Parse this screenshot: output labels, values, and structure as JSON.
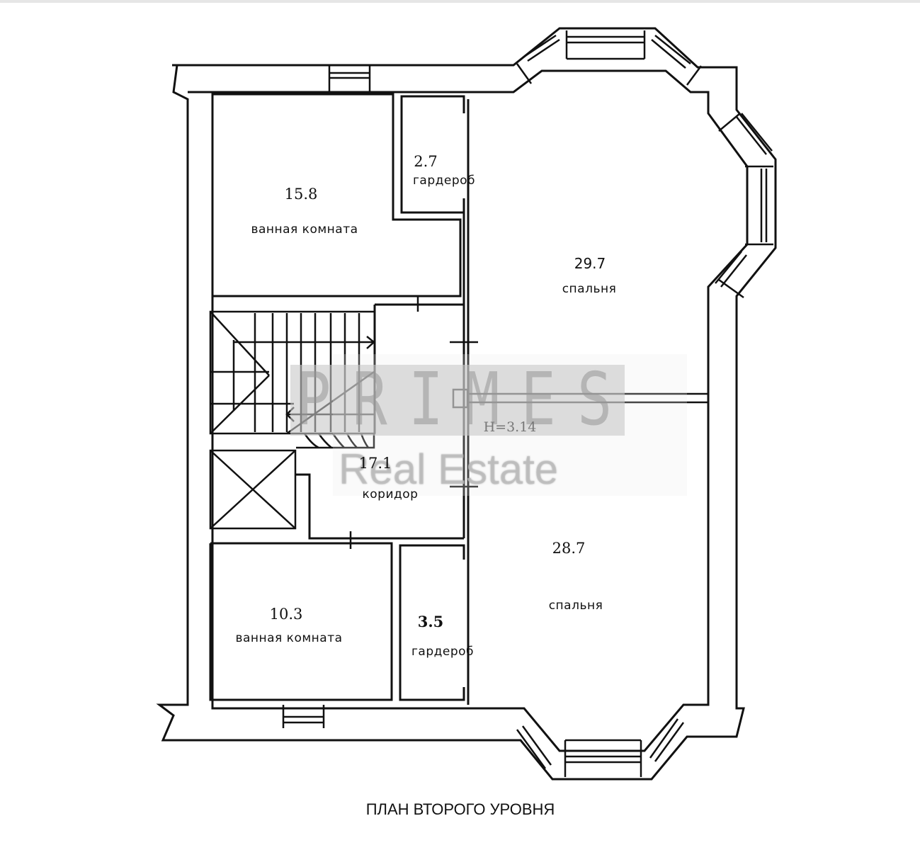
{
  "plan": {
    "caption": "ПЛАН ВТОРОГО УРОВНЯ",
    "ceiling_height": "H=3.14",
    "watermark": {
      "brand": "PRIMES",
      "subtitle": "Real Estate"
    },
    "rooms": [
      {
        "id": "bathroom-1",
        "area": "15.8",
        "name": "ванная комната"
      },
      {
        "id": "wardrobe-1",
        "area": "2.7",
        "name": "гардероб"
      },
      {
        "id": "bedroom-1",
        "area": "29.7",
        "name": "спальня"
      },
      {
        "id": "corridor",
        "area": "17.1",
        "name": "коридор"
      },
      {
        "id": "bedroom-2",
        "area": "28.7",
        "name": "спальня"
      },
      {
        "id": "bathroom-2",
        "area": "10.3",
        "name": "ванная комната"
      },
      {
        "id": "wardrobe-2",
        "area": "3.5",
        "name": "гардероб"
      }
    ],
    "colors": {
      "line": "#111111",
      "background": "#ffffff",
      "watermark": "#c8c8c8"
    }
  }
}
